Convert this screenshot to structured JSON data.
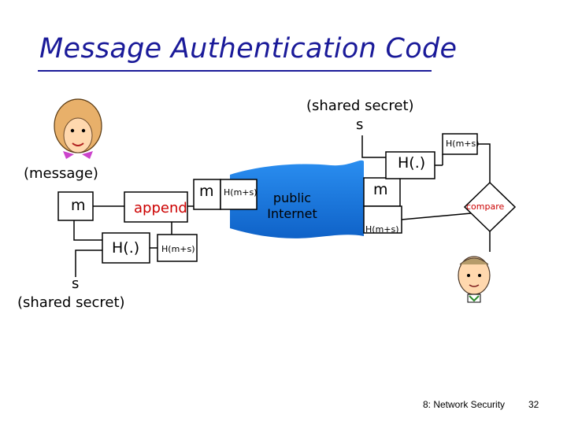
{
  "title": "Message Authentication Code",
  "shared_secret_top": "(shared secret)",
  "s_top": "s",
  "hash_top_small": "H(m+s)",
  "hash_fn_top": "H(.)",
  "message_label": "(message)",
  "m_sender": "m",
  "append_label": "append",
  "m_sent": "m",
  "hash_sent": "H(m+s)",
  "internet_label_line1": "public",
  "internet_label_line2": "Internet",
  "m_received": "m",
  "compare_label": "compare",
  "hash_received": "H(m+s)",
  "hash_fn_sender": "H(.)",
  "hash_sender_out": "H(m+s)",
  "s_bottom": "s",
  "shared_secret_bottom": "(shared secret)",
  "footer_course": "8: Network Security",
  "footer_page": "32",
  "colors": {
    "title": "#1a1a99",
    "highlight": "#cc0000",
    "cloud": "#1a7adf"
  }
}
